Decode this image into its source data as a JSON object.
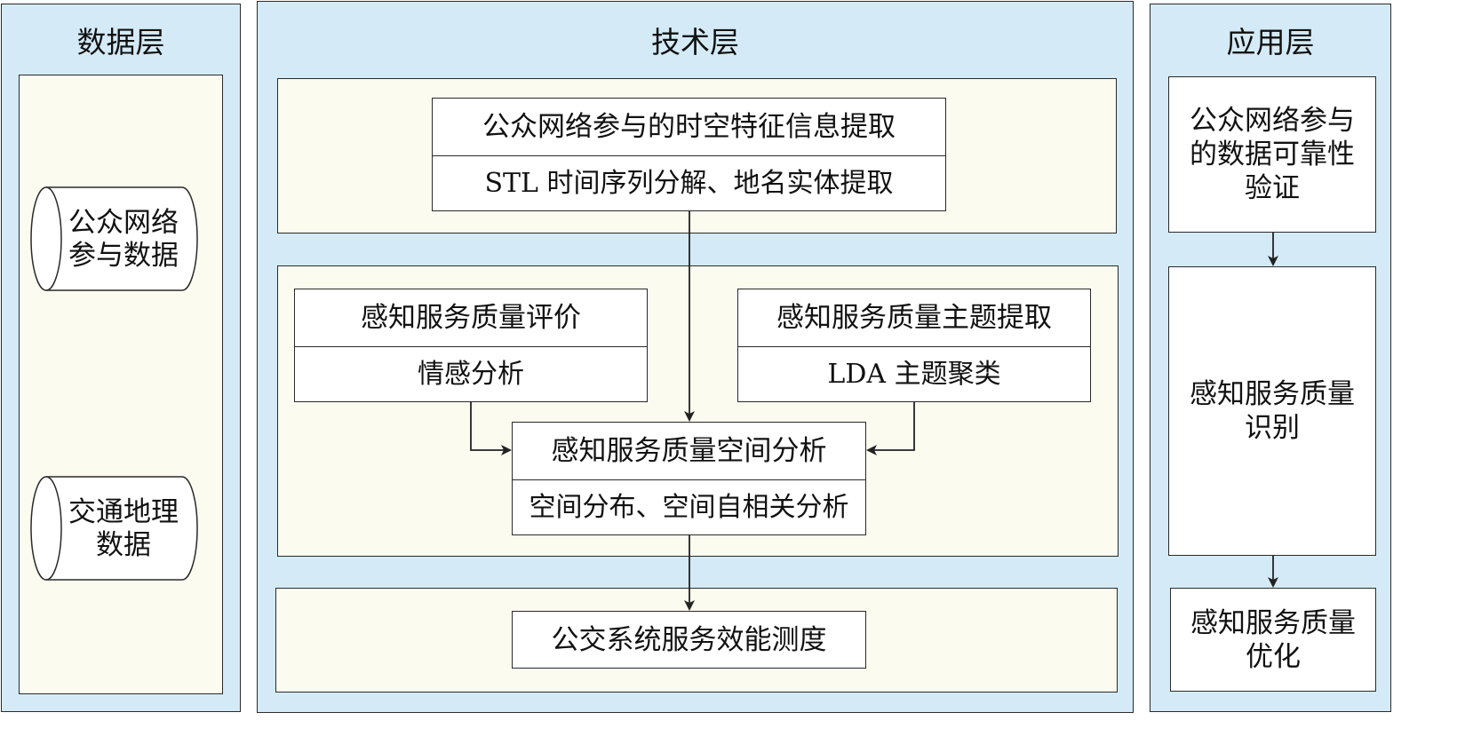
{
  "data_layer": {
    "title": "数据层",
    "sources": [
      {
        "label": "公众网络参与数据"
      },
      {
        "label": "交通地理数据"
      }
    ]
  },
  "tech_layer": {
    "title": "技术层",
    "extract": {
      "title": "公众网络参与的时空特征信息提取",
      "method": "STL 时间序列分解、地名实体提取"
    },
    "evaluate": {
      "title": "感知服务质量评价",
      "method": "情感分析"
    },
    "topic": {
      "title": "感知服务质量主题提取",
      "method": "LDA 主题聚类"
    },
    "spatial": {
      "title": "感知服务质量空间分析",
      "method": "空间分布、空间自相关分析"
    },
    "measure": {
      "title": "公交系统服务效能测度"
    }
  },
  "app_layer": {
    "title": "应用层",
    "steps": [
      {
        "label": "公众网络参与的数据可靠性验证"
      },
      {
        "label": "感知服务质量识别"
      },
      {
        "label": "感知服务质量优化"
      }
    ]
  }
}
